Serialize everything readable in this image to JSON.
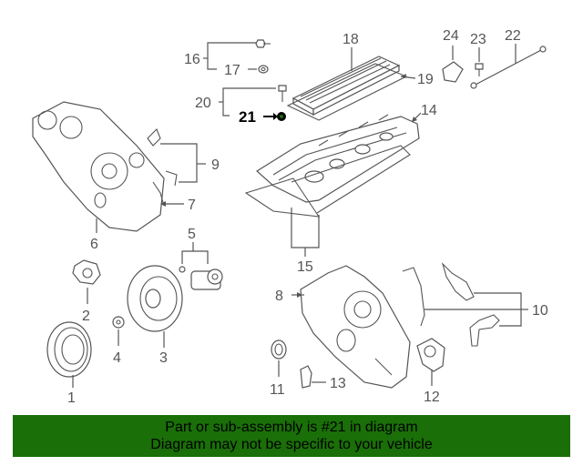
{
  "diagram": {
    "highlight_color": "#000000",
    "part_color": "#555555",
    "callouts": [
      "1",
      "2",
      "3",
      "4",
      "5",
      "6",
      "7",
      "8",
      "9",
      "10",
      "11",
      "12",
      "13",
      "14",
      "15",
      "16",
      "17",
      "18",
      "19",
      "20",
      "21",
      "22",
      "23",
      "24"
    ],
    "highlighted_part": "21"
  },
  "footer": {
    "line1": "Part or sub-assembly is #21 in diagram",
    "line2": "Diagram may not be specific to your vehicle",
    "background_color": "#1a6f08"
  }
}
